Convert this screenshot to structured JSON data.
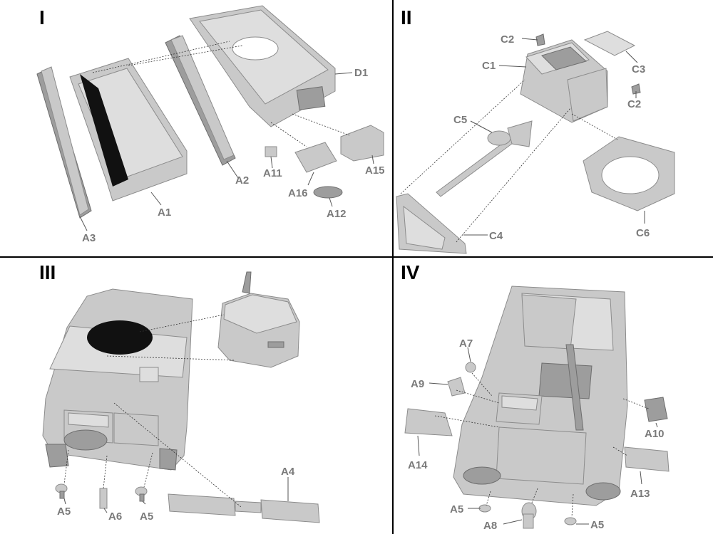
{
  "panels": [
    {
      "step": "I",
      "labels": [
        "D1",
        "A2",
        "A11",
        "A15",
        "A16",
        "A12",
        "A1",
        "A3"
      ]
    },
    {
      "step": "II",
      "labels": [
        "C2",
        "C1",
        "C3",
        "C2",
        "C5",
        "C4",
        "C6"
      ]
    },
    {
      "step": "III",
      "labels": [
        "A4",
        "A5",
        "A6",
        "A5"
      ]
    },
    {
      "step": "IV",
      "labels": [
        "A7",
        "A9",
        "A10",
        "A14",
        "A13",
        "A5",
        "A8",
        "A5"
      ]
    }
  ]
}
